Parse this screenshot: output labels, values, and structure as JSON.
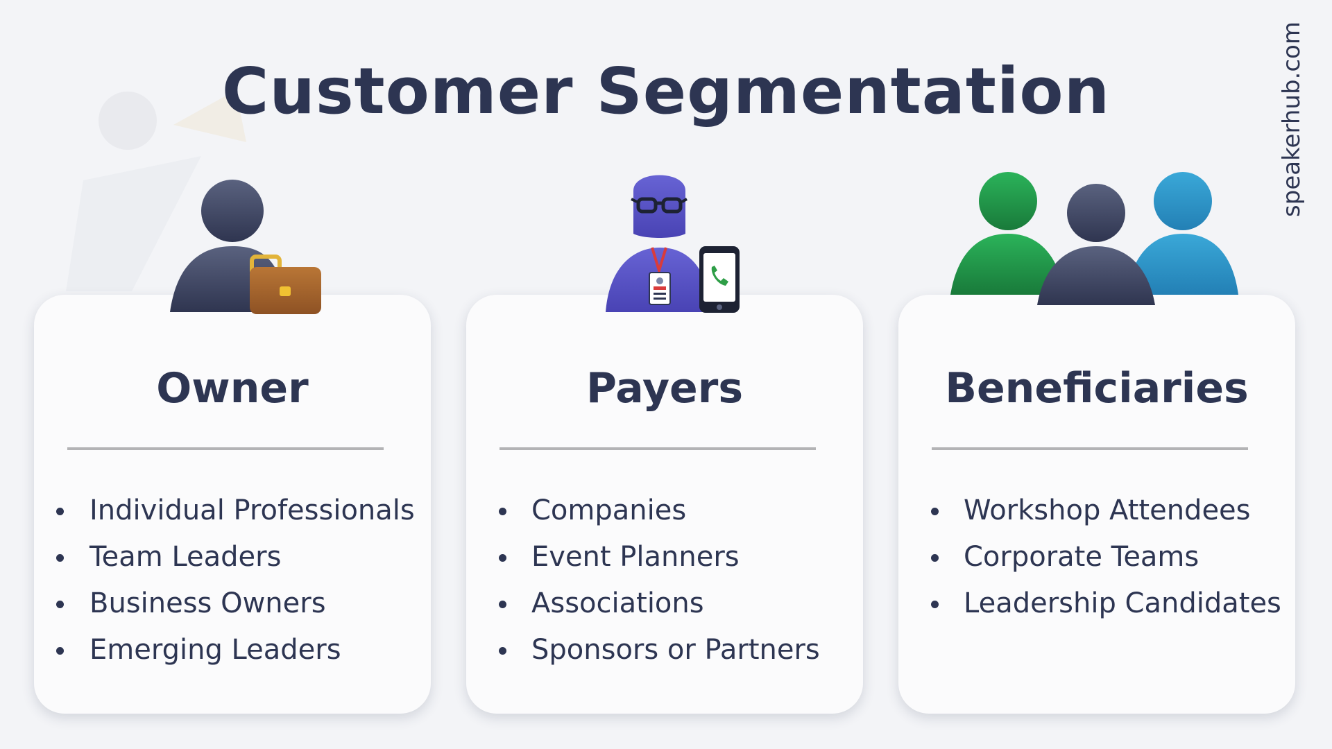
{
  "title": "Customer Segmentation",
  "watermark": "speakerhub.com",
  "colors": {
    "text": "#2d3552",
    "background": "#f3f4f7",
    "card": "#fbfbfc",
    "divider": "#b3b3b5",
    "person_dark": "#3f4663",
    "payer_purple": "#5a55c4",
    "briefcase": "#a8652d",
    "person_green": "#1f9448",
    "person_blue": "#2f95c8"
  },
  "cards": [
    {
      "heading": "Owner",
      "icon": "businessperson-briefcase-icon",
      "items": [
        "Individual Professionals",
        "Team Leaders",
        "Business Owners",
        "Emerging Leaders"
      ]
    },
    {
      "heading": "Payers",
      "icon": "woman-badge-phone-icon",
      "items": [
        "Companies",
        "Event Planners",
        "Associations",
        "Sponsors or Partners"
      ]
    },
    {
      "heading": "Beneficiaries",
      "icon": "group-of-people-icon",
      "items": [
        "Workshop Attendees",
        "Corporate Teams",
        "Leadership Candidates"
      ]
    }
  ]
}
